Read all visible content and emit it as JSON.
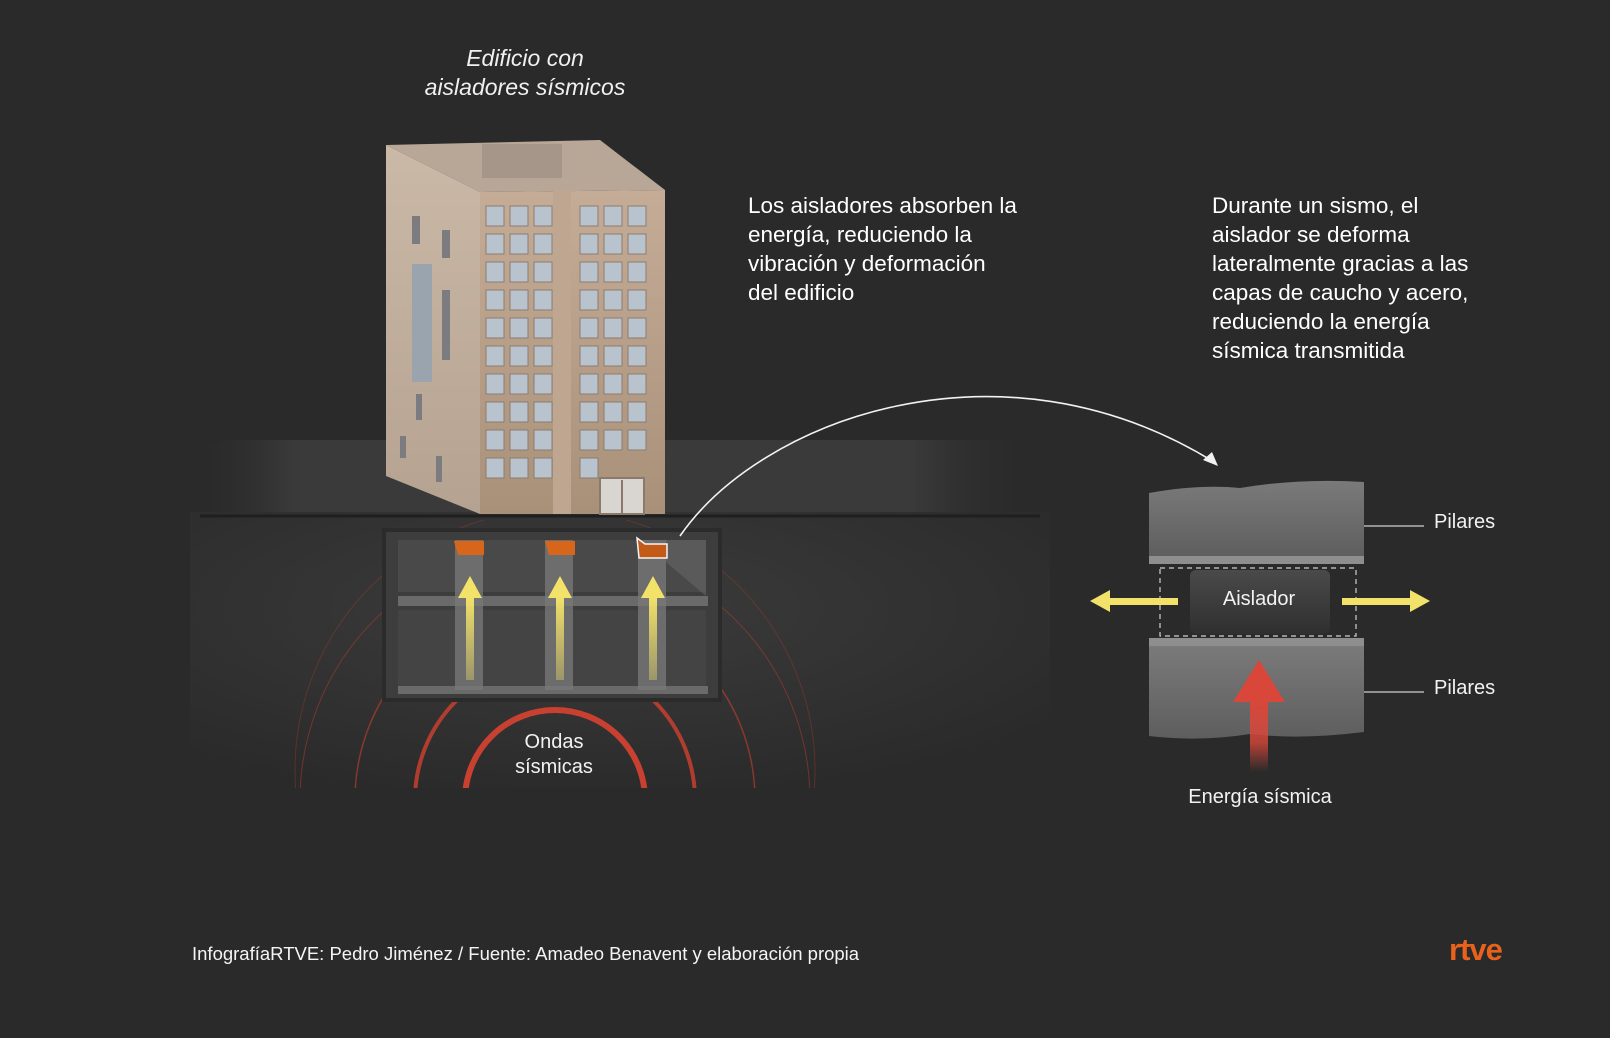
{
  "title": {
    "line1": "Edificio con",
    "line2": "aisladores sísmicos"
  },
  "notes": {
    "absorb": "Los aisladores absorben la energía, reduciendo la vibración y deformación del edificio",
    "deform": "Durante un sismo, el aislador se deforma lateralmente gracias a las capas de caucho y acero, reduciendo la energía sísmica transmitida"
  },
  "detail": {
    "pillars_top": "Pilares",
    "pillars_bottom": "Pilares",
    "isolator": "Aislador",
    "energy": "Energía sísmica"
  },
  "waves": {
    "line1": "Ondas",
    "line2": "sísmicas"
  },
  "footer": {
    "credit": "InfografíaRTVE: Pedro Jiménez / Fuente: Amadeo Benavent y elaboración propia",
    "logo": "rtve"
  },
  "colors": {
    "background": "#2a2a2a",
    "isolator_orange": "#d8661a",
    "arrow_yellow": "#f3e26a",
    "wave_red": "#c8402f",
    "energy_red": "#d9473a",
    "brand": "#e8621c"
  }
}
